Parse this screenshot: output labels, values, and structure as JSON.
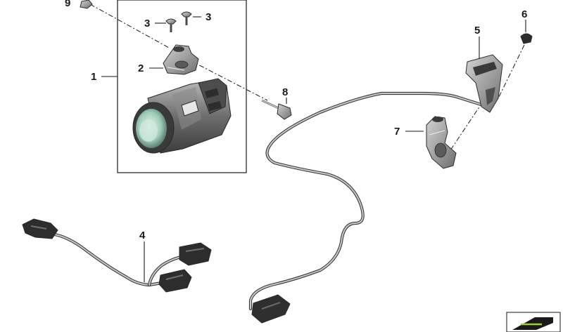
{
  "callouts": {
    "c1": "1",
    "c2": "2",
    "c3a": "3",
    "c3b": "3",
    "c4": "4",
    "c5": "5",
    "c6": "6",
    "c7": "7",
    "c8": "8",
    "c9": "9"
  },
  "colors": {
    "line": "#1a1a1a",
    "part_dark": "#4a4a4a",
    "part_mid": "#8a8a8a",
    "part_light": "#c8c8c8",
    "lens": "#a9d3c2",
    "highlight": "#9acd32"
  },
  "icons": [
    "assembly-frame-icon",
    "auxiliary-lamp-icon",
    "mounting-bracket-icon",
    "screw-icon",
    "wiring-harness-icon",
    "holder-icon",
    "clamp-icon",
    "bolt-icon",
    "nut-icon",
    "catalog-stamp-icon"
  ]
}
